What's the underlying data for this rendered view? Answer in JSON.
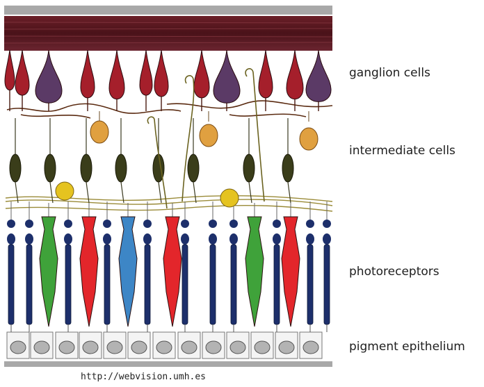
{
  "labels": {
    "ganglion": "ganglion cells",
    "intermediate": "intermediate cells",
    "photoreceptors": "photoreceptors",
    "pigment": "pigment epithelium"
  },
  "source": "http://webvision.umh.es",
  "colors": {
    "nerve_fiber_layer": "#5a1a22",
    "ganglion_cell": "#a51f2b",
    "large_ganglion_cell": "#5b3a66",
    "amacrine_cell": "#e0a040",
    "bipolar_cell": "#3a3d1a",
    "horizontal_cell": "#e5c320",
    "rod": "#1d2f6b",
    "cone_red": "#e3262b",
    "cone_green": "#3fa23a",
    "cone_blue": "#3d86c6",
    "pigment_nucleus": "#b3b3b3",
    "border": "#a8a8a8"
  }
}
